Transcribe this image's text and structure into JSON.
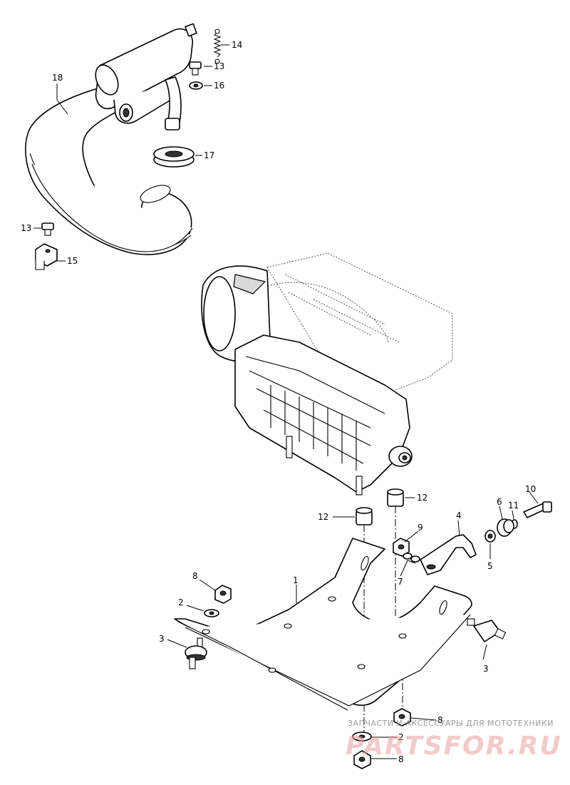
{
  "callouts": [
    {
      "id": "c1",
      "label": "1"
    },
    {
      "id": "c2a",
      "label": "2"
    },
    {
      "id": "c2b",
      "label": "2"
    },
    {
      "id": "c3a",
      "label": "3"
    },
    {
      "id": "c3b",
      "label": "3"
    },
    {
      "id": "c4",
      "label": "4"
    },
    {
      "id": "c5",
      "label": "5"
    },
    {
      "id": "c6",
      "label": "6"
    },
    {
      "id": "c7",
      "label": "7"
    },
    {
      "id": "c8a",
      "label": "8"
    },
    {
      "id": "c8b",
      "label": "8"
    },
    {
      "id": "c8c",
      "label": "8"
    },
    {
      "id": "c9",
      "label": "9"
    },
    {
      "id": "c10",
      "label": "10"
    },
    {
      "id": "c11",
      "label": "11"
    },
    {
      "id": "c12a",
      "label": "12"
    },
    {
      "id": "c12b",
      "label": "12"
    },
    {
      "id": "c13a",
      "label": "13"
    },
    {
      "id": "c13b",
      "label": "13"
    },
    {
      "id": "c14",
      "label": "14"
    },
    {
      "id": "c15",
      "label": "15"
    },
    {
      "id": "c16",
      "label": "16"
    },
    {
      "id": "c17",
      "label": "17"
    },
    {
      "id": "c18",
      "label": "18"
    }
  ],
  "watermark": {
    "tagline": "ЗАПЧАСТИ И АКСЕССУАРЫ ДЛЯ МОТОТЕХНИКИ",
    "logo": "PARTSFOR.RU"
  }
}
